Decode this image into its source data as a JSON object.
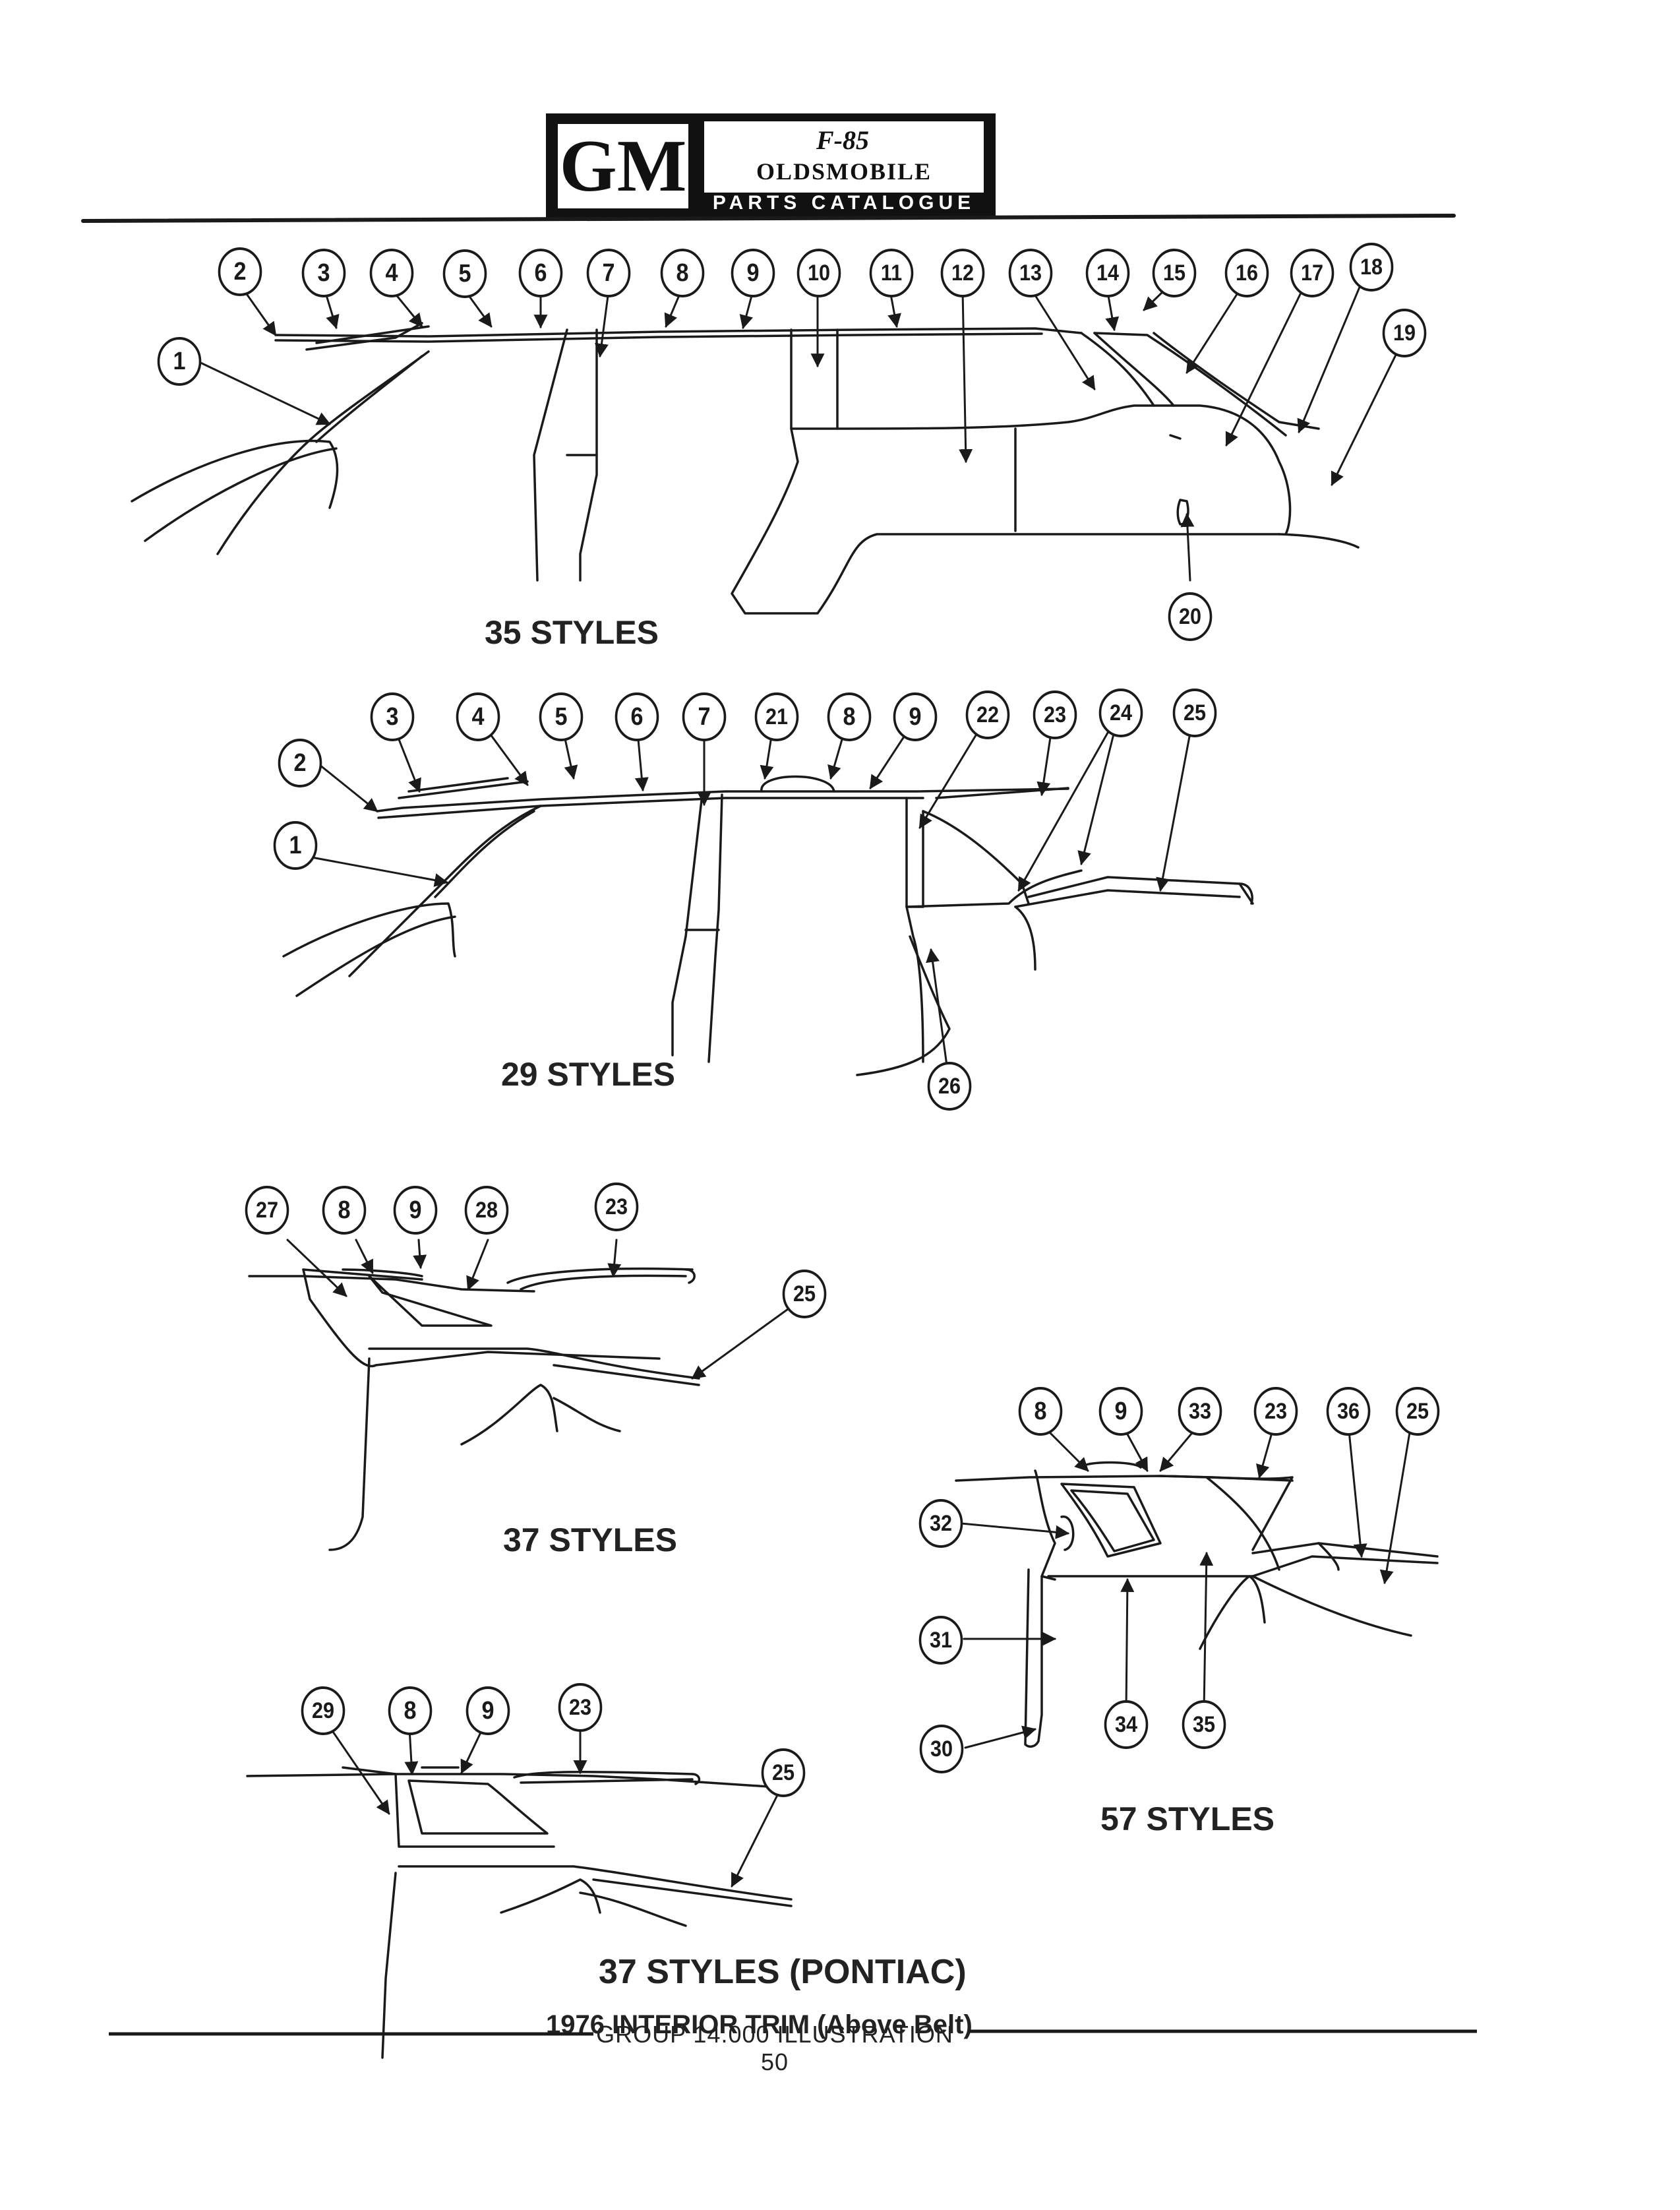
{
  "header": {
    "brand": "GM",
    "emblem": "F-85",
    "make": "OLDSMOBILE",
    "catalog": "PARTS CATALOGUE"
  },
  "sections": [
    {
      "label": "35 STYLES",
      "callouts": [
        "1",
        "2",
        "3",
        "4",
        "5",
        "6",
        "7",
        "8",
        "9",
        "10",
        "11",
        "12",
        "13",
        "14",
        "15",
        "16",
        "17",
        "18",
        "19",
        "20"
      ]
    },
    {
      "label": "29 STYLES",
      "callouts": [
        "1",
        "2",
        "3",
        "4",
        "5",
        "6",
        "7",
        "21",
        "8",
        "9",
        "22",
        "23",
        "24",
        "25",
        "26"
      ]
    },
    {
      "label": "37 STYLES",
      "callouts": [
        "27",
        "8",
        "9",
        "28",
        "23",
        "25"
      ]
    },
    {
      "label": "57 STYLES",
      "callouts": [
        "8",
        "9",
        "33",
        "23",
        "36",
        "25",
        "32",
        "31",
        "30",
        "34",
        "35"
      ]
    },
    {
      "label": "37 STYLES (PONTIAC)",
      "callouts": [
        "29",
        "8",
        "9",
        "23",
        "25"
      ]
    }
  ],
  "title": "1976 INTERIOR TRIM (Above Belt)",
  "footer": "GROUP 14.000 ILLUSTRATION 50",
  "colors": {
    "ink": "#1a1a1a",
    "paper": "#ffffff"
  }
}
